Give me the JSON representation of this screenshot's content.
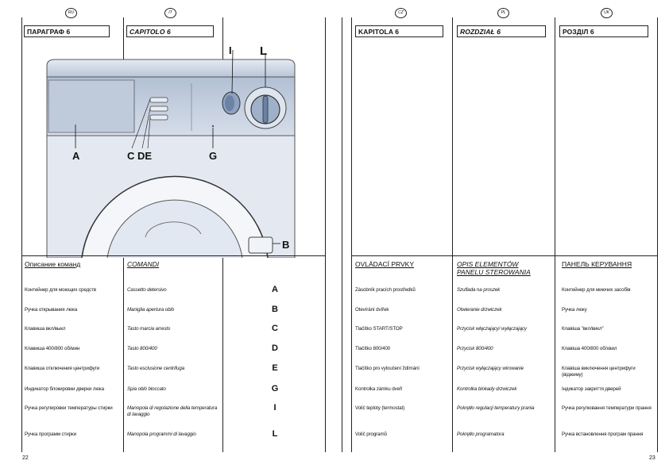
{
  "left_page": {
    "lang_badges": [
      "RU",
      "IT"
    ],
    "headers": [
      "ПАРАГРАФ 6",
      "CAPITOLO 6"
    ],
    "illustration_labels": {
      "I": "I",
      "L": "L",
      "A": "A",
      "CDE": "C DE",
      "G": "G",
      "B": "B"
    },
    "column_titles": [
      "Описание команд",
      "COMANDI"
    ],
    "rows": [
      {
        "ru": "Контейнер для моющих средств",
        "it": "Cassetto detersivo",
        "letter": "A"
      },
      {
        "ru": "Ручка открывания люка",
        "it": "Maniglia apertura oblò",
        "letter": "B"
      },
      {
        "ru": "Клавиша вкл/выкл",
        "it": "Tasto marcia arresto",
        "letter": "C"
      },
      {
        "ru": "Клавиша 400/800 об/мин",
        "it": "Tasto 800/400",
        "letter": "D"
      },
      {
        "ru": "Клавиша отключения центрифуги",
        "it": "Tasto esclusione centrifuga",
        "letter": "E"
      },
      {
        "ru": "Индикатор блокировки дверки люка",
        "it": "Spia oblò bloccato",
        "letter": "G"
      },
      {
        "ru": "Ручка регулировки температуры стирки",
        "it": "Manopola di regolazione della temperatura di lavaggio",
        "letter": "I"
      },
      {
        "ru": "Ручка программ стирки",
        "it": "Manopola programmi di lavaggio",
        "letter": "L"
      }
    ],
    "page_number": "22"
  },
  "right_page": {
    "lang_badges": [
      "CZ",
      "PL",
      "UK"
    ],
    "headers": [
      "KAPITOLA 6",
      "ROZDZIAŁ 6",
      "РОЗДІЛ 6"
    ],
    "column_titles": [
      "OVLÁDACÍ PRVKY",
      "OPIS ELEMENTÓW PANELU STEROWANIA",
      "ПАНЕЛЬ КЕРУВАННЯ"
    ],
    "rows": [
      {
        "cz": "Zásobník pracích prostředků",
        "pl": "Szuflada na proszek",
        "uk": "Контейнер для миючих засобів"
      },
      {
        "cz": "Otevírání dvířek",
        "pl": "Otwieranie drzwiczek",
        "uk": "Ручка люку"
      },
      {
        "cz": "Tlačítko START/STOP",
        "pl": "Przycisk włączający/ wyłączający",
        "uk": "Клавіша \"вкл/викл\""
      },
      {
        "cz": "Tlačítko 800/400",
        "pl": "Przycisk 800/400",
        "uk": "Клавіша 400/800 об/хвил"
      },
      {
        "cz": "Tlačítko pro vyloučení ždímání",
        "pl": "Przycisk wyłączający wirowanie",
        "uk": "Клавіша виключення центрифуги (віджиму)"
      },
      {
        "cz": "Kontrolka zámku dveří",
        "pl": "Kontrolka blokady drzwiczek",
        "uk": "Індикатор закриття дверей"
      },
      {
        "cz": "Volič teploty (termostat)",
        "pl": "Pokrętło regulacji temperatury prania",
        "uk": "Ручка регулювання температури прання"
      },
      {
        "cz": "Volič programů",
        "pl": "Pokrętło programatora",
        "uk": "Ручка встановлення програм прання"
      }
    ],
    "page_number": "23"
  },
  "colors": {
    "panel": "#c7d1e0",
    "panel_dark": "#9fb0c6",
    "body": "#dce3ee",
    "line": "#222222"
  }
}
